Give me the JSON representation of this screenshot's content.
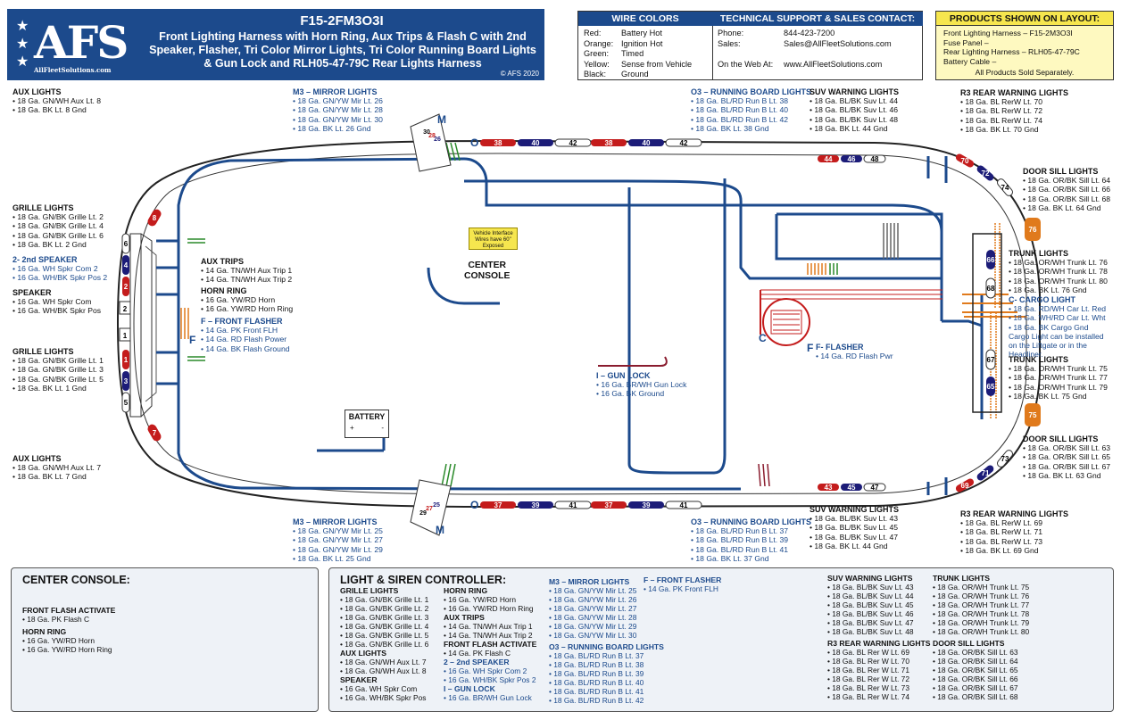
{
  "header": {
    "logo_text": "AFS",
    "logo_site": "AllFleetSolutions.com",
    "part_number": "F15-2FM3O3I",
    "title_lines": [
      "Front Lighting Harness with Horn Ring, Aux Trips & Flash C with 2nd",
      "Speaker, Flasher, Tri Color Mirror Lights, Tri Color Running Board Lights",
      "& Gun Lock and RLH05-47-79C Rear Lights Harness"
    ],
    "copyright": "© AFS 2020"
  },
  "wire_colors": {
    "title": "WIRE COLORS",
    "rows": [
      {
        "color": "Red:",
        "meaning": "Battery Hot"
      },
      {
        "color": "Orange:",
        "meaning": "Ignition Hot"
      },
      {
        "color": "Green:",
        "meaning": "Timed"
      },
      {
        "color": "Yellow:",
        "meaning": "Sense from Vehicle"
      },
      {
        "color": "Black:",
        "meaning": "Ground"
      }
    ]
  },
  "support": {
    "title": "TECHNICAL SUPPORT & SALES CONTACT:",
    "phone_label": "Phone:",
    "phone": "844-423-7200",
    "sales_label": "Sales:",
    "sales": "Sales@AllFleetSolutions.com",
    "web_label": "On the Web At:",
    "web": "www.AllFleetSolutions.com"
  },
  "products": {
    "title": "PRODUCTS SHOWN ON LAYOUT:",
    "lines": [
      "Front Lighting Harness – F15-2M3O3I",
      "Fuse Panel –",
      "Rear Lighting Harness – RLH05-47-79C",
      "Battery Cable –"
    ],
    "footer": "All Products Sold Separately."
  },
  "callouts": {
    "aux_top": {
      "title": "AUX LIGHTS",
      "items": [
        "18 Ga. GN/WH Aux Lt. 8",
        "18 Ga. BK Lt. 8 Gnd"
      ]
    },
    "grille_top": {
      "title": "GRILLE LIGHTS",
      "items": [
        "18 Ga. GN/BK Grille Lt. 2",
        "18 Ga. GN/BK Grille Lt. 4",
        "18 Ga. GN/BK Grille Lt. 6",
        "18 Ga. BK Lt. 2 Gnd"
      ]
    },
    "speaker2": {
      "title": "2- 2nd SPEAKER",
      "items": [
        "16 Ga. WH Spkr Com 2",
        "16 Ga. WH/BK Spkr Pos 2"
      ]
    },
    "speaker": {
      "title": "SPEAKER",
      "items": [
        "16 Ga. WH Spkr Com",
        "16 Ga. WH/BK Spkr Pos"
      ]
    },
    "grille_bot": {
      "title": "GRILLE LIGHTS",
      "items": [
        "18 Ga. GN/BK Grille Lt. 1",
        "18 Ga. GN/BK Grille Lt. 3",
        "18 Ga. GN/BK Grille Lt. 5",
        "18 Ga. BK Lt. 1 Gnd"
      ]
    },
    "aux_bot": {
      "title": "AUX LIGHTS",
      "items": [
        "18 Ga. GN/WH Aux Lt. 7",
        "18 Ga. BK Lt. 7 Gnd"
      ]
    },
    "aux_trips": {
      "title": "AUX TRIPS",
      "items": [
        "14 Ga. TN/WH Aux Trip 1",
        "14 Ga. TN/WH Aux Trip 2"
      ]
    },
    "horn_ring": {
      "title": "HORN RING",
      "items": [
        "16 Ga. YW/RD Horn",
        "16 Ga. YW/RD Horn Ring"
      ]
    },
    "front_flasher": {
      "title": "F – FRONT FLASHER",
      "items": [
        "14 Ga. PK Front FLH",
        "14 Ga. RD Flash Power",
        "14 Ga. BK Flash Ground"
      ]
    },
    "m3_top": {
      "title": "M3 – MIRROR LIGHTS",
      "items": [
        "18 Ga. GN/YW Mir Lt. 26",
        "18 Ga. GN/YW Mir Lt. 28",
        "18 Ga. GN/YW Mir Lt. 30",
        "18 Ga. BK Lt. 26 Gnd"
      ]
    },
    "m3_bot": {
      "title": "M3 – MIRROR LIGHTS",
      "items": [
        "18 Ga. GN/YW Mir Lt. 25",
        "18 Ga. GN/YW Mir Lt. 27",
        "18 Ga. GN/YW Mir Lt. 29",
        "18 Ga. BK Lt. 25 Gnd"
      ]
    },
    "o3_top": {
      "title": "O3 – RUNNING BOARD LIGHTS",
      "items": [
        "18 Ga. BL/RD Run B Lt. 38",
        "18 Ga. BL/RD Run B Lt. 40",
        "18 Ga. BL/RD Run B Lt. 42",
        "18 Ga. BK Lt. 38 Gnd"
      ]
    },
    "o3_bot": {
      "title": "O3 – RUNNING BOARD LIGHTS",
      "items": [
        "18 Ga. BL/RD Run B Lt. 37",
        "18 Ga. BL/RD Run B Lt. 39",
        "18 Ga. BL/RD Run B Lt. 41",
        "18 Ga. BK Lt. 37 Gnd"
      ]
    },
    "suv_top": {
      "title": "SUV WARNING LIGHTS",
      "items": [
        "18 Ga. BL/BK Suv Lt. 44",
        "18 Ga. BL/BK Suv Lt. 46",
        "18 Ga. BL/BK Suv Lt. 48",
        "18 Ga. BK Lt. 44 Gnd"
      ]
    },
    "suv_bot": {
      "title": "SUV WARNING LIGHTS",
      "items": [
        "18 Ga. BL/BK Suv Lt. 43",
        "18 Ga. BL/BK Suv Lt. 45",
        "18 Ga. BL/BK Suv Lt. 47",
        "18 Ga. BK Lt. 44 Gnd"
      ]
    },
    "r3_top": {
      "title": "R3 REAR WARNING LIGHTS",
      "items": [
        "18 Ga. BL RerW Lt. 70",
        "18 Ga. BL RerW Lt. 72",
        "18 Ga. BL RerW Lt. 74",
        "18 Ga. BK Lt. 70 Gnd"
      ]
    },
    "r3_bot": {
      "title": "R3 REAR WARNING LIGHTS",
      "items": [
        "18 Ga. BL RerW Lt. 69",
        "18 Ga. BL RerW Lt. 71",
        "18 Ga. BL RerW Lt. 73",
        "18 Ga. BK Lt. 69 Gnd"
      ]
    },
    "door_top": {
      "title": "DOOR SILL LIGHTS",
      "items": [
        "18 Ga. OR/BK Sill Lt. 64",
        "18 Ga. OR/BK Sill Lt. 66",
        "18 Ga. OR/BK Sill Lt. 68",
        "18 Ga. BK Lt. 64 Gnd"
      ]
    },
    "door_bot": {
      "title": "DOOR SILL LIGHTS",
      "items": [
        "18 Ga. OR/BK Sill Lt. 63",
        "18 Ga. OR/BK Sill Lt. 65",
        "18 Ga. OR/BK Sill Lt. 67",
        "18 Ga. BK Lt. 63 Gnd"
      ]
    },
    "trunk_top": {
      "title": "TRUNK LIGHTS",
      "items": [
        "18 Ga. OR/WH Trunk Lt. 76",
        "18 Ga. OR/WH Trunk Lt. 78",
        "18 Ga. OR/WH Trunk Lt. 80",
        "18 Ga. BK Lt. 76 Gnd"
      ]
    },
    "cargo": {
      "title": "C- CARGO LIGHT",
      "items": [
        "18 Ga. RD/WH Car Lt. Red",
        "18 Ga. WH/RD Car Lt. Wht",
        "18 Ga. BK Cargo Gnd"
      ],
      "note": "Cargo Light can be installed on the Liftgate or in the Headliner."
    },
    "trunk_bot": {
      "title": "TRUNK LIGHTS",
      "items": [
        "18 Ga. OR/WH Trunk Lt. 75",
        "18 Ga. OR/WH Trunk Lt. 77",
        "18 Ga. OR/WH Trunk Lt. 79",
        "18 Ga. BK Lt. 75 Gnd"
      ]
    },
    "gun_lock": {
      "title": "I – GUN LOCK",
      "items": [
        "16 Ga. BR/WH Gun Lock",
        "16 Ga. BK Ground"
      ]
    },
    "f_flasher": {
      "title": "F- FLASHER",
      "items": [
        "14 Ga. RD Flash Pwr"
      ]
    }
  },
  "diagram": {
    "center_console": "CENTER\nCONSOLE",
    "battery": "BATTERY",
    "battery_pos": "+",
    "battery_neg": "-",
    "vehicle_note": "Vehicle Interface Wires have 60\" Exposed",
    "letter_f": "F",
    "letter_c": "C",
    "letter_m": "M",
    "letter_o": "O",
    "letter_i": "I"
  },
  "panels": {
    "center_console": {
      "title": "CENTER CONSOLE:",
      "groups": [
        {
          "title": "FRONT FLASH ACTIVATE",
          "items": [
            "18 Ga. PK Flash C"
          ]
        },
        {
          "title": "HORN RING",
          "items": [
            "16 Ga. YW/RD Horn",
            "16 Ga. YW/RD Horn Ring"
          ]
        }
      ]
    },
    "controller": {
      "title": "LIGHT & SIREN CONTROLLER:",
      "col1": [
        {
          "title": "GRILLE LIGHTS",
          "items": [
            "18 Ga. GN/BK Grille Lt. 1",
            "18 Ga. GN/BK Grille Lt. 2",
            "18 Ga. GN/BK Grille Lt. 3",
            "18 Ga. GN/BK Grille Lt. 4",
            "18 Ga. GN/BK Grille Lt. 5",
            "18 Ga. GN/BK Grille Lt. 6"
          ]
        },
        {
          "title": "AUX LIGHTS",
          "items": [
            "18 Ga. GN/WH Aux Lt. 7",
            "18 Ga. GN/WH Aux Lt. 8"
          ]
        },
        {
          "title": "SPEAKER",
          "items": [
            "16 Ga. WH Spkr Com",
            "16 Ga. WH/BK Spkr Pos"
          ]
        }
      ],
      "col2": [
        {
          "title": "HORN RING",
          "items": [
            "16 Ga. YW/RD Horn",
            "16 Ga. YW/RD Horn Ring"
          ]
        },
        {
          "title": "AUX TRIPS",
          "items": [
            "14 Ga. TN/WH Aux Trip 1",
            "14 Ga. TN/WH Aux Trip 2"
          ]
        },
        {
          "title": "FRONT FLASH ACTIVATE",
          "items": [
            "14 Ga. PK Flash C"
          ]
        },
        {
          "title": "2 – 2nd SPEAKER",
          "items": [
            "16 Ga. WH Spkr Com 2",
            "16 Ga. WH/BK Spkr Pos 2"
          ]
        },
        {
          "title": "I – GUN LOCK",
          "items": [
            "16 Ga. BR/WH Gun Lock"
          ]
        }
      ],
      "col3": [
        {
          "title": "M3 – MIRROR LIGHTS",
          "items": [
            "18 Ga. GN/YW Mir Lt. 25",
            "18 Ga. GN/YW Mir Lt. 26",
            "18 Ga. GN/YW Mir Lt. 27",
            "18 Ga. GN/YW Mir Lt. 28",
            "18 Ga. GN/YW Mir Lt. 29",
            "18 Ga. GN/YW Mir Lt. 30"
          ]
        },
        {
          "title": "O3 – RUNNING BOARD LIGHTS",
          "items": [
            "18 Ga. BL/RD Run B Lt. 37",
            "18 Ga. BL/RD Run B Lt. 38",
            "18 Ga. BL/RD Run B Lt. 39",
            "18 Ga. BL/RD Run B Lt. 40",
            "18 Ga. BL/RD Run B Lt. 41",
            "18 Ga. BL/RD Run B Lt. 42"
          ]
        }
      ],
      "col4": [
        {
          "title": "F – FRONT FLASHER",
          "items": [
            "14 Ga. PK Front FLH"
          ]
        }
      ],
      "col5": [
        {
          "title": "SUV WARNING LIGHTS",
          "items": [
            "18 Ga. BL/BK Suv Lt. 43",
            "18 Ga. BL/BK Suv Lt. 44",
            "18 Ga. BL/BK Suv Lt. 45",
            "18 Ga. BL/BK Suv Lt. 46",
            "18 Ga. BL/BK Suv Lt. 47",
            "18 Ga. BL/BK Suv Lt. 48"
          ]
        },
        {
          "title": "R3 REAR WARNING LIGHTS",
          "items": [
            "18 Ga. BL Rer W Lt. 69",
            "18 Ga. BL Rer W Lt. 70",
            "18 Ga. BL Rer W Lt. 71",
            "18 Ga. BL Rer W Lt. 72",
            "18 Ga. BL Rer W Lt. 73",
            "18 Ga. BL Rer W Lt. 74"
          ]
        }
      ],
      "col6": [
        {
          "title": "TRUNK LIGHTS",
          "items": [
            "18 Ga. OR/WH Trunk Lt. 75",
            "18 Ga. OR/WH Trunk Lt. 76",
            "18 Ga. OR/WH Trunk Lt. 77",
            "18 Ga. OR/WH Trunk Lt. 78",
            "18 Ga. OR/WH Trunk Lt. 79",
            "18 Ga. OR/WH Trunk Lt. 80"
          ]
        },
        {
          "title": "DOOR SILL LIGHTS",
          "items": [
            "18 Ga. OR/BK Sill Lt. 63",
            "18 Ga. OR/BK Sill Lt. 64",
            "18 Ga. OR/BK Sill Lt. 65",
            "18 Ga. OR/BK Sill Lt. 66",
            "18 Ga. OR/BK Sill Lt. 67",
            "18 Ga. OR/BK Sill Lt. 68"
          ]
        }
      ]
    }
  },
  "lamp_labels": {
    "run_top": [
      "38",
      "40",
      "42",
      "38",
      "40",
      "42"
    ],
    "run_bot": [
      "37",
      "39",
      "41",
      "37",
      "39",
      "41"
    ],
    "suv_top": [
      "44",
      "46",
      "48"
    ],
    "suv_bot": [
      "43",
      "45",
      "47"
    ],
    "rear_top": [
      "70",
      "72",
      "74"
    ],
    "rear_bot": [
      "69",
      "71",
      "73"
    ],
    "grille": [
      "6",
      "4",
      "2",
      "1",
      "3",
      "5"
    ],
    "trunk_r": [
      "66",
      "68",
      "67",
      "65"
    ],
    "aux": [
      "8",
      "7"
    ],
    "mirror_top": [
      "30",
      "28",
      "26"
    ],
    "mirror_bot": [
      "29",
      "27",
      "25"
    ],
    "trunk_l": [
      "76",
      "75"
    ],
    "speaker_nums": [
      "2",
      "1"
    ]
  }
}
